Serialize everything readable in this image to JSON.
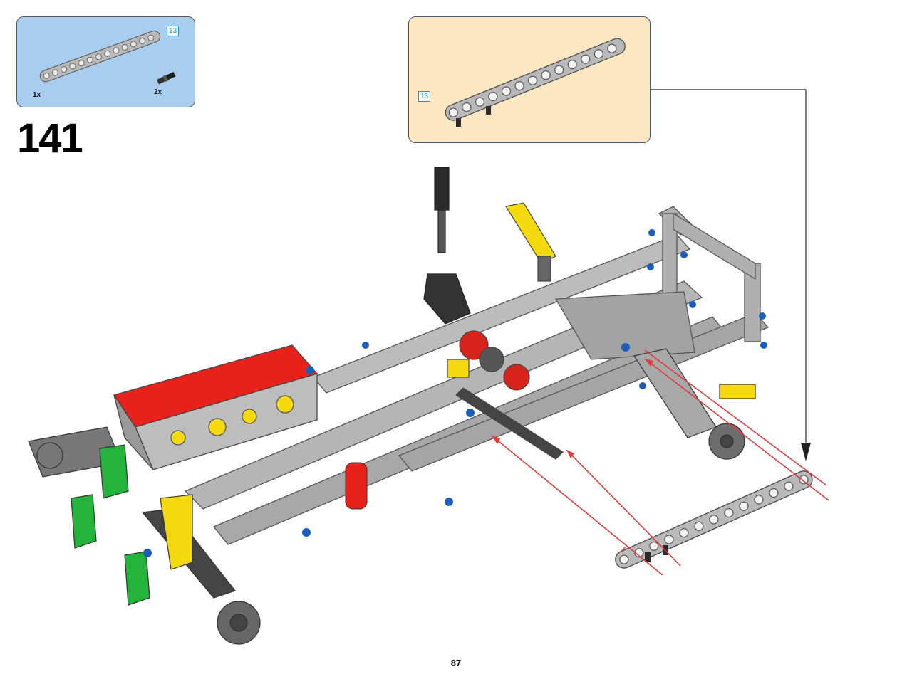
{
  "step": {
    "number": "141"
  },
  "parts_list": {
    "items": [
      {
        "name": "technic-beam",
        "length_label": "13",
        "quantity": "1x"
      },
      {
        "name": "axle-pin",
        "quantity": "2x"
      }
    ]
  },
  "subassembly": {
    "length_label": "13"
  },
  "page": {
    "number": "87"
  },
  "colors": {
    "parts_bg": "#a9cdee",
    "subassembly_bg": "#fbe8c3",
    "arrow_red": "#e23a3a",
    "beam_gray": "#b0b0b0",
    "engine_red": "#e8221a",
    "green": "#23b33a",
    "yellow": "#f5d90f",
    "blue": "#1c5fb8"
  }
}
